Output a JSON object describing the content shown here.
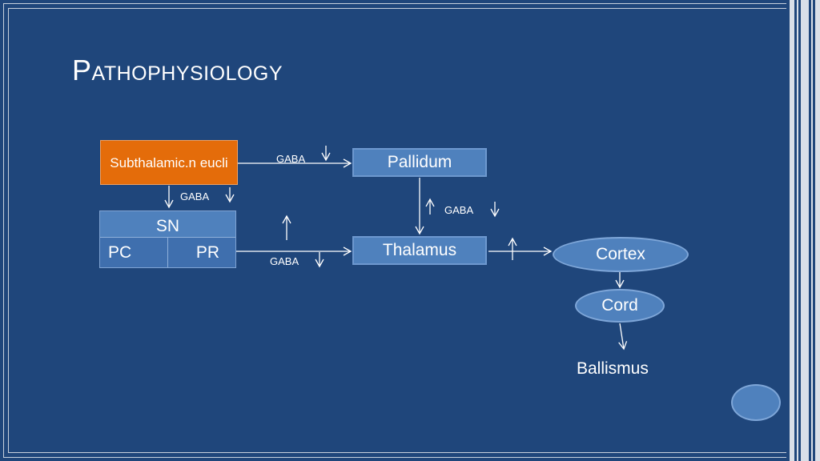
{
  "slide": {
    "title_initial": "P",
    "title_rest": "athophysiology"
  },
  "nodes": {
    "stn": "Subthalamic.n eucli",
    "sn": "SN",
    "sn_pc": "PC",
    "sn_pr": "PR",
    "pallidum": "Pallidum",
    "thalamus": "Thalamus",
    "cortex": "Cortex",
    "cord": "Cord",
    "ballismus": "Ballismus"
  },
  "edge_labels": {
    "stn_to_pallidum": "GABA",
    "stn_to_sn": "GABA",
    "pallidum_to_thalamus": "GABA",
    "sn_to_thalamus": "GABA"
  },
  "colors": {
    "background": "#1f467b",
    "stn_fill": "#e46c0a",
    "node_fill": "#4f81bd",
    "text": "#ffffff"
  },
  "icons": {
    "decrease": "arrow-down-icon",
    "increase": "arrow-up-icon"
  }
}
